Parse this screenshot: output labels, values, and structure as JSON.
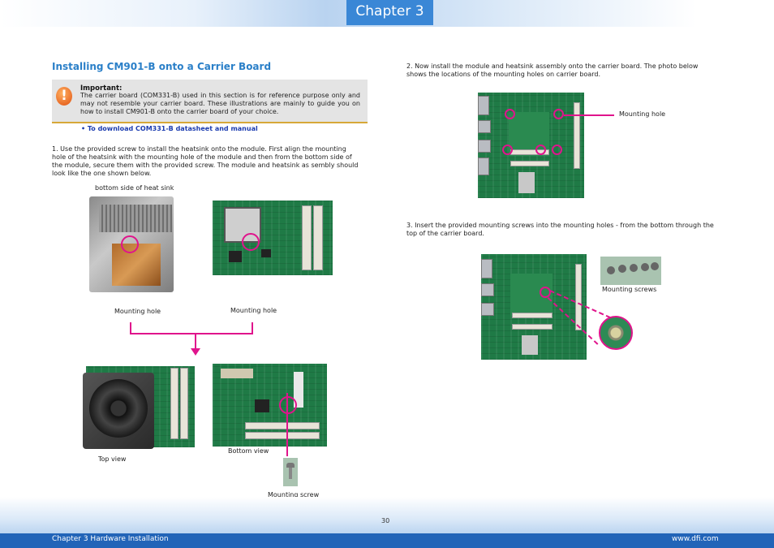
{
  "header": {
    "chapter_tab": "Chapter 3"
  },
  "section": {
    "title": "Installing CM901-B onto a Carrier Board"
  },
  "important": {
    "heading": "Important:",
    "text": "The carrier board (COM331-B) used in this section is for reference purpose only and may not resemble your carrier board. These illustrations are mainly to guide you on how to install CM901-B onto the carrier board of your choice.",
    "link": "• To download COM331-B datasheet and manual"
  },
  "steps": {
    "step1": "1.  Use the provided screw to install the heatsink onto the module. First align the mounting hole of the heatsink with the mounting hole of the module and then from the bottom side of the module, secure them with the provided screw. The module and heatsink as sembly should look like the one shown below.",
    "step2": "2.  Now install the module and heatsink assembly onto the carrier board. The photo below shows the locations of the mounting holes on carrier board.",
    "step3": "3.  Insert the provided mounting screws into the mounting holes - from the bottom through the top of the carrier board."
  },
  "labels": {
    "heatsink_bottom": "bottom side of heat sink",
    "mounting_hole_left": "Mounting hole",
    "mounting_hole_right": "Mounting hole",
    "top_view": "Top view",
    "bottom_view": "Bottom view",
    "mounting_screw": "Mounting screw",
    "carrier_mounting_hole": "Mounting hole",
    "mounting_screws": "Mounting screws"
  },
  "footer": {
    "left": "Chapter 3 Hardware Installation",
    "right": "www.dfi.com",
    "page": "30"
  },
  "colors": {
    "accent_blue": "#2a7fc8",
    "highlight_magenta": "#e0148c",
    "footer_bar": "#2264b8"
  }
}
